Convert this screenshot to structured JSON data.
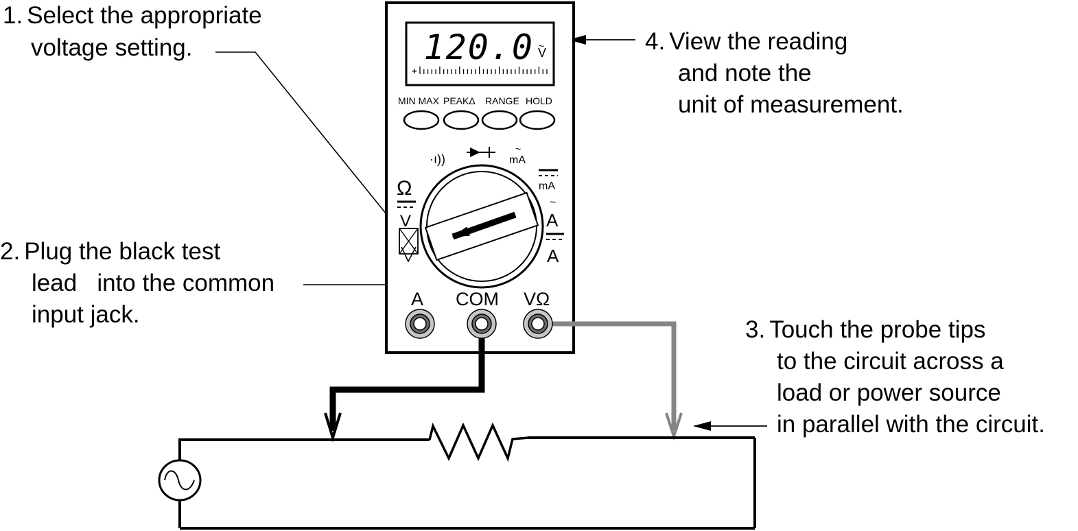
{
  "steps": [
    {
      "number": "1.",
      "lines": [
        "Select the appropriate",
        "voltage setting."
      ]
    },
    {
      "number": "2.",
      "lines": [
        "Plug the black test",
        "lead   into the common",
        "input jack."
      ]
    },
    {
      "number": "3.",
      "lines": [
        "Touch the probe tips",
        "to the circuit across a",
        "load or power source",
        "in parallel with the circuit."
      ]
    },
    {
      "number": "4.",
      "lines": [
        "View the reading",
        "and note the",
        "unit of measurement."
      ]
    }
  ],
  "meter": {
    "display": {
      "reading": "120.0",
      "unit": "V",
      "unit_modifier": "~",
      "bargraph_sign": "+"
    },
    "buttons": [
      {
        "label": "MIN MAX"
      },
      {
        "label": "PEAKΔ"
      },
      {
        "label": "RANGE"
      },
      {
        "label": "HOLD"
      }
    ],
    "dial_labels": {
      "continuity": "·ı))",
      "diode": "▶+",
      "ac_ma": "mA",
      "dc_ma": "mA",
      "ac_a": "A",
      "dc_a": "A",
      "ohm": "Ω",
      "dc_v": "V",
      "ac_v": "V"
    },
    "selected_function": "AC voltage",
    "jacks": [
      {
        "label": "A"
      },
      {
        "label": "COM"
      },
      {
        "label": "VΩ"
      }
    ]
  },
  "colors": {
    "ink": "#000000",
    "red_lead": "#858585",
    "jack_outer": "#c6c6c6",
    "jack_inner": "#6a6a6a",
    "background": "#ffffff"
  }
}
